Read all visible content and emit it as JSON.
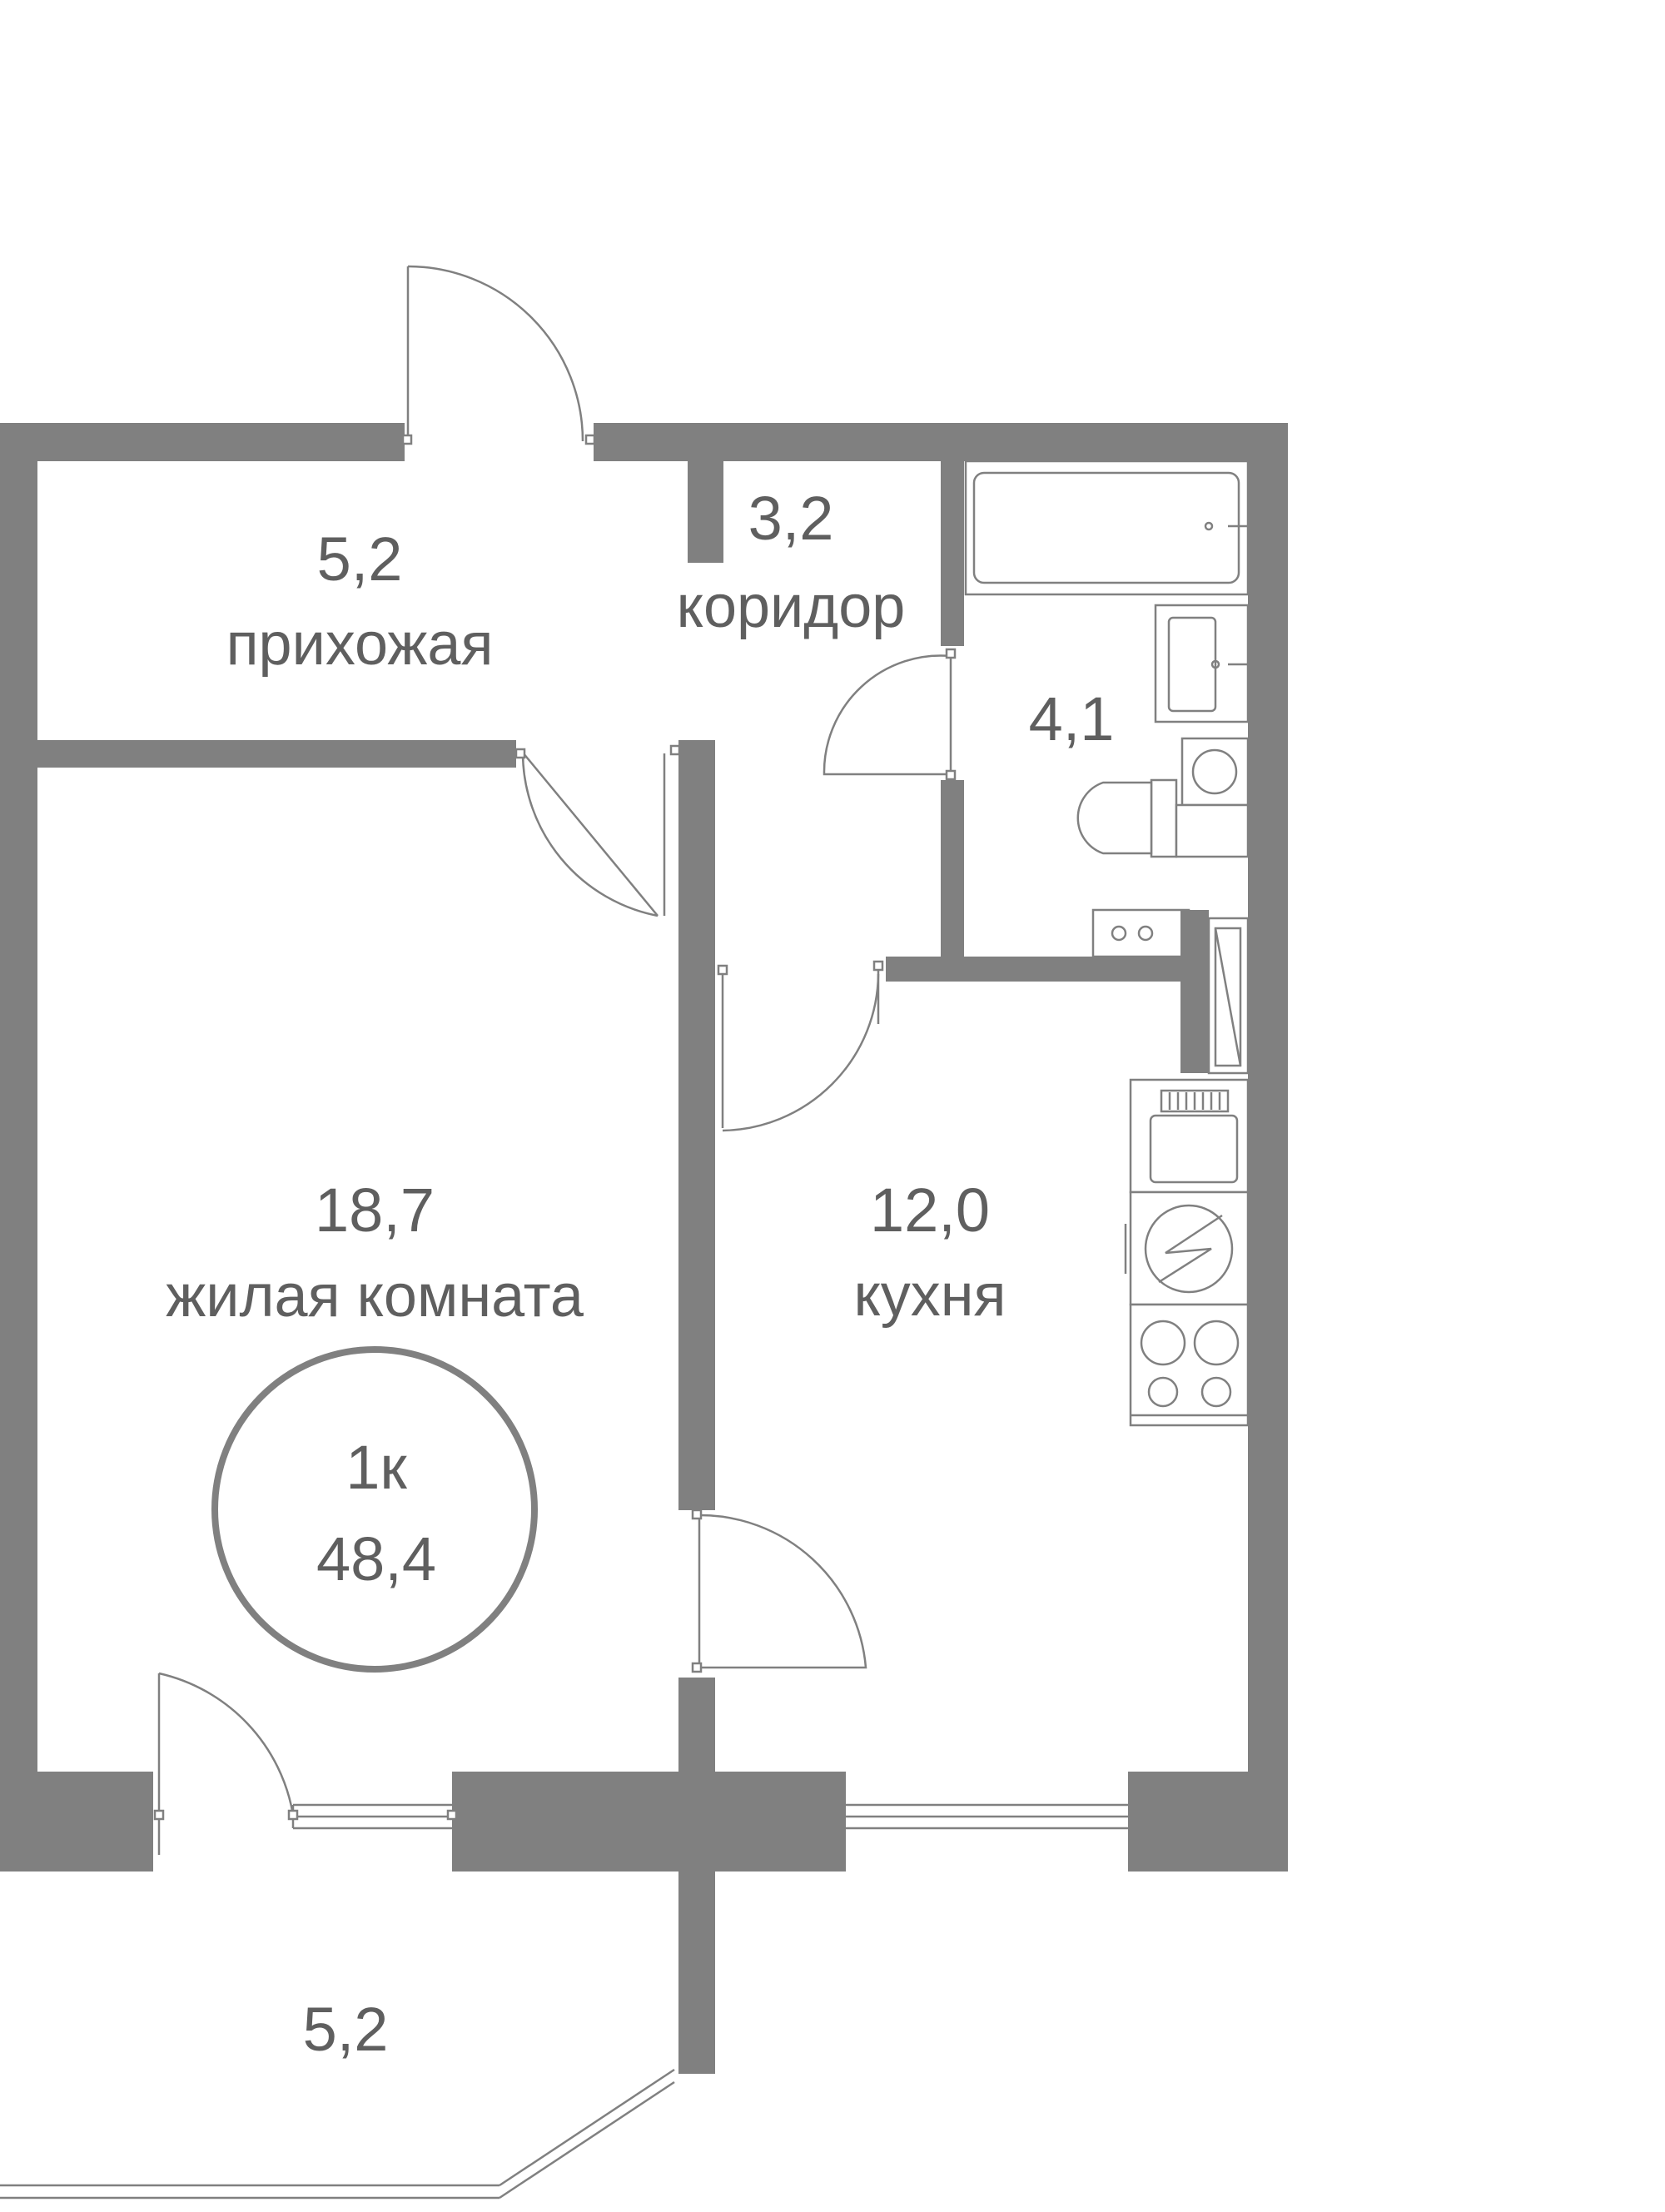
{
  "rooms": {
    "hallway": {
      "area": "5,2",
      "name": "прихожая"
    },
    "corridor": {
      "area": "3,2",
      "name": "коридор"
    },
    "bathroom": {
      "area": "4,1"
    },
    "living": {
      "area": "18,7",
      "name": "жилая комната"
    },
    "kitchen": {
      "area": "12,0",
      "name": "кухня"
    },
    "balcony": {
      "area": "5,2"
    }
  },
  "summary": {
    "type": "1к",
    "total": "48,4"
  },
  "colors": {
    "wall": "#808080",
    "text": "#5f5f5f",
    "background": "#ffffff"
  }
}
